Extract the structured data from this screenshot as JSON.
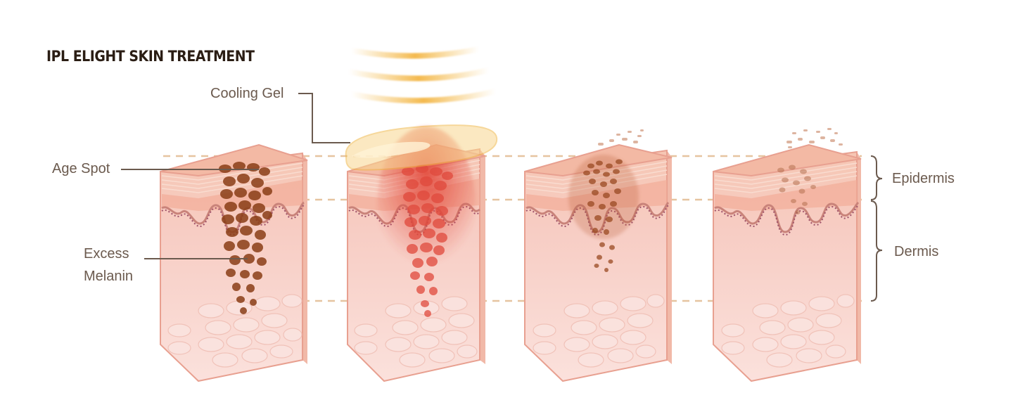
{
  "title": "IPL ELIGHT SKIN TREATMENT",
  "labels": {
    "cooling_gel": "Cooling Gel",
    "age_spot": "Age Spot",
    "excess_melanin": "Excess\nMelanin",
    "epidermis": "Epidermis",
    "dermis": "Dermis"
  },
  "colors": {
    "title": "#2a1d14",
    "label": "#6b5a4e",
    "guide_dash": "#e6c4a0",
    "skin_front": "#f6cdc3",
    "skin_top": "#f3b9a4",
    "skin_outline": "#e8a090",
    "melanin": "#8a3e17",
    "light_glow": "#f5c15a",
    "cooling_gel": "#f8d790"
  },
  "stages": [
    "untreated",
    "light-applied",
    "melanin-rising",
    "melanin-flaking"
  ]
}
